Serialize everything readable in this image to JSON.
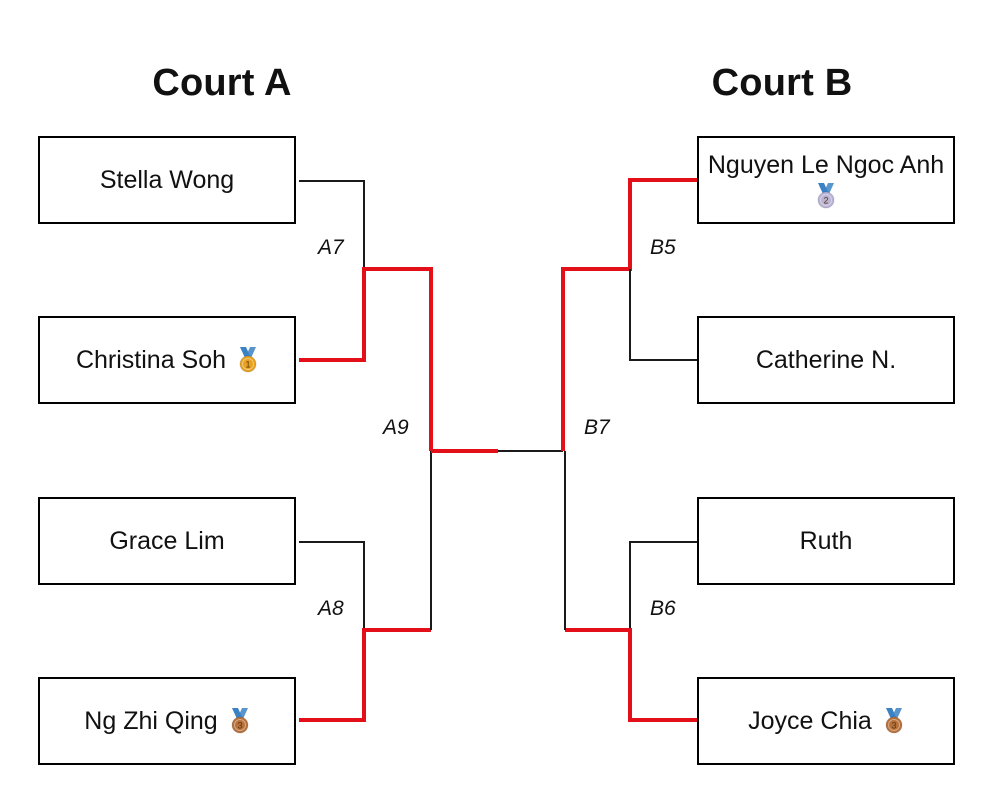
{
  "courts": [
    {
      "title": "Court A"
    },
    {
      "title": "Court B"
    }
  ],
  "players": [
    {
      "name": "Stella Wong",
      "medal": null
    },
    {
      "name": "Christina Soh",
      "medal": {
        "rank": "1",
        "color": "#e8a21f"
      }
    },
    {
      "name": "Grace Lim",
      "medal": null
    },
    {
      "name": "Ng Zhi Qing",
      "medal": {
        "rank": "3",
        "color": "#b8713a"
      }
    },
    {
      "name": "Nguyen Le Ngoc Anh",
      "medal": {
        "rank": "2",
        "color": "#b9b3d6"
      }
    },
    {
      "name": "Catherine N.",
      "medal": null
    },
    {
      "name": "Ruth",
      "medal": null
    },
    {
      "name": "Joyce Chia",
      "medal": {
        "rank": "3",
        "color": "#b8713a"
      }
    }
  ],
  "matches": [
    "A7",
    "A8",
    "A9",
    "B5",
    "B6",
    "B7"
  ],
  "colors": {
    "winner_path": "#e3101a",
    "bracket_line": "#1a1a1a",
    "medal_ribbon": "#3b82c4"
  }
}
